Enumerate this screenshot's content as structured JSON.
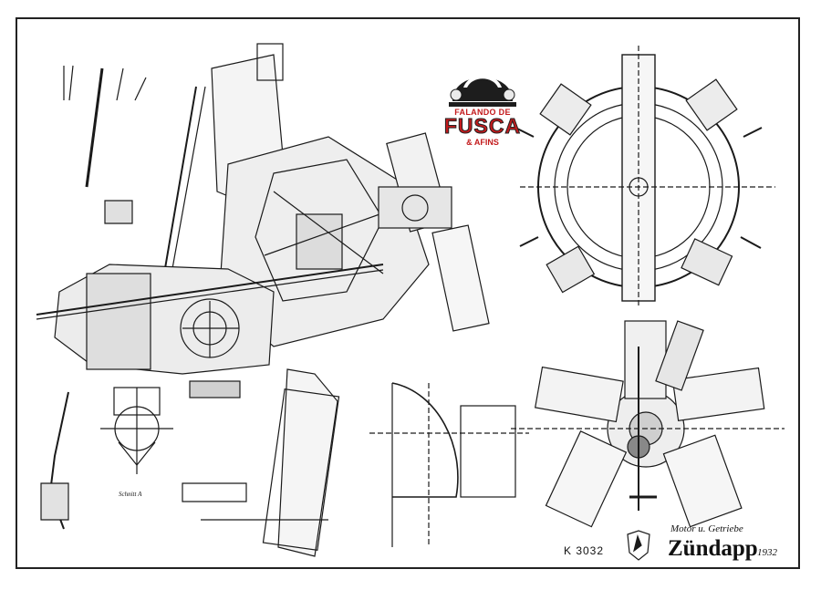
{
  "drawing": {
    "code": "K 3032",
    "brand": "Zündapp",
    "year": "1932",
    "subject": "Motor u. Getriebe",
    "detail_note": "Schnitt A"
  },
  "watermark": {
    "line_top": "FALANDO DE",
    "line_main": "FUSCA",
    "line_bottom": "& AFINS",
    "accent_color": "#c31a1c",
    "icon": "beetle-car-icon"
  },
  "colors": {
    "paper": "#ffffff",
    "ink": "#1a1a1a"
  }
}
